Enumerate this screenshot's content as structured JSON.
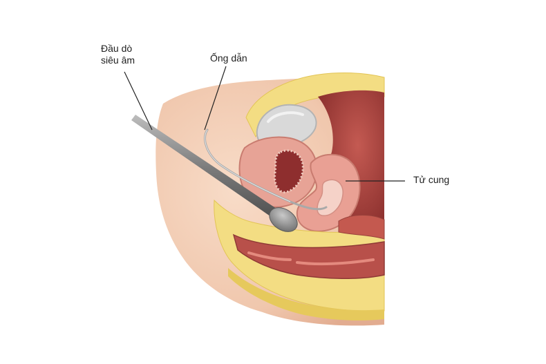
{
  "labels": {
    "probe_line1": "Đầu dò",
    "probe_line2": "siêu âm",
    "tube": "Ống dẫn",
    "uterus": "Tử cung"
  },
  "colors": {
    "skin": "#f2cdb6",
    "skin_shadow": "#e2b096",
    "fat": "#f3dd83",
    "fat_dark": "#e6c95c",
    "tissue": "#e9a094",
    "cavity": "#a8403c",
    "bladder": "#d7d7d7",
    "probe": "#8d8d8d",
    "leader_line": "#222222"
  }
}
